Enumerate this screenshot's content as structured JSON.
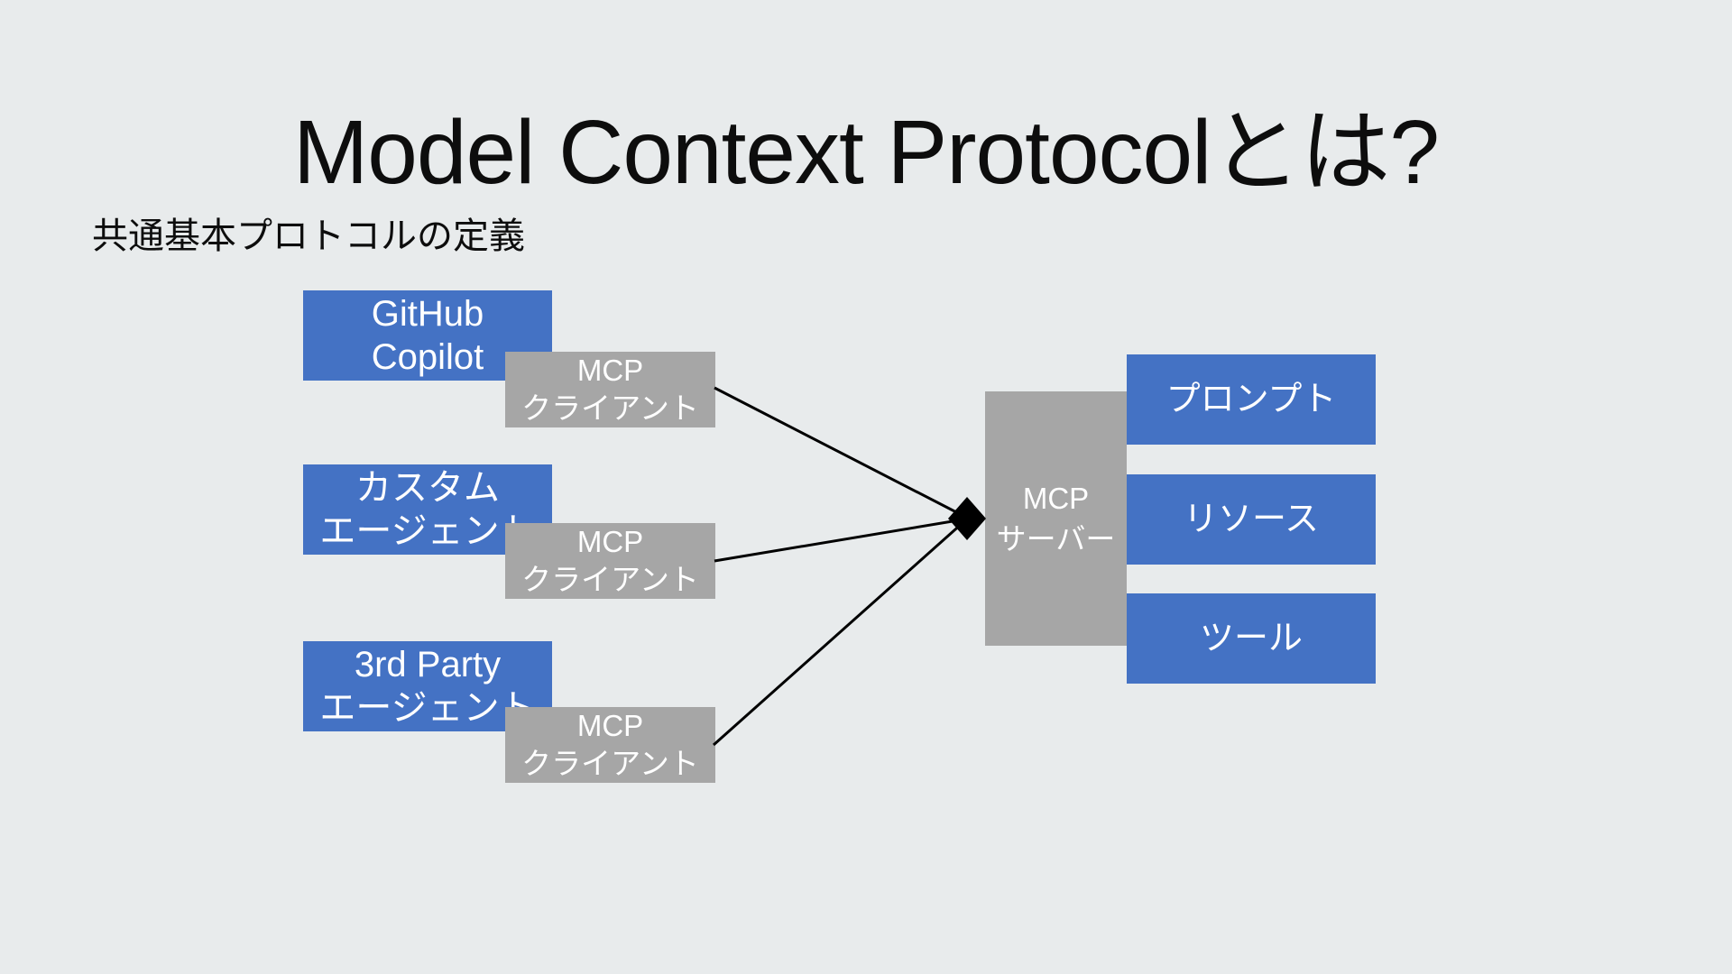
{
  "slide": {
    "title": "Model Context Protocolとは?",
    "subtitle": "共通基本プロトコルの定義"
  },
  "colors": {
    "background": "#e8ebec",
    "agent_box_blue": "#4472c4",
    "mcp_box_gray": "#a6a6a6",
    "box_text_white": "#ffffff",
    "connector_black": "#000000",
    "title_text": "#0d0d0d"
  },
  "diagram": {
    "agents": [
      {
        "line1": "GitHub",
        "line2": "Copilot"
      },
      {
        "line1": "カスタム",
        "line2": "エージェント"
      },
      {
        "line1": "3rd Party",
        "line2": "エージェント"
      }
    ],
    "clients": [
      {
        "line1": "MCP",
        "line2": "クライアント"
      },
      {
        "line1": "MCP",
        "line2": "クライアント"
      },
      {
        "line1": "MCP",
        "line2": "クライアント"
      }
    ],
    "server": {
      "line1": "MCP",
      "line2": "サーバー"
    },
    "capabilities": [
      {
        "label": "プロンプト"
      },
      {
        "label": "リソース"
      },
      {
        "label": "ツール"
      }
    ]
  }
}
